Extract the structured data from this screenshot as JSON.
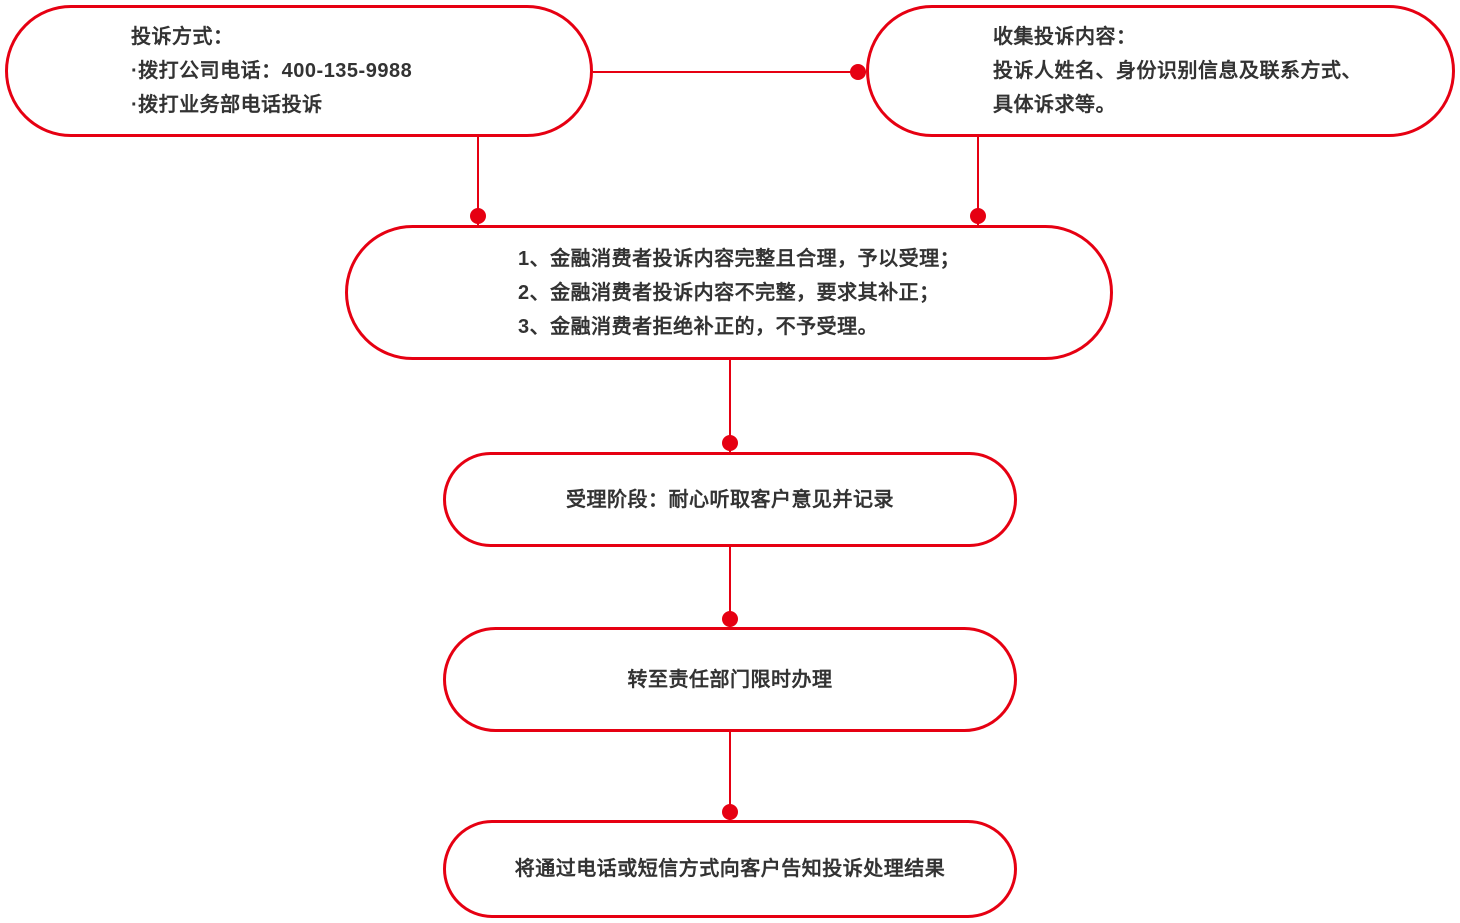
{
  "colors": {
    "accent_red": "#e60012",
    "text": "#333333",
    "background": "#ffffff"
  },
  "flowchart": {
    "nodes": [
      {
        "id": "complaint-methods",
        "lines": [
          "投诉方式：",
          "·拨打公司电话：400-135-9988",
          "·拨打业务部电话投诉"
        ]
      },
      {
        "id": "collect-complaint-content",
        "lines": [
          "收集投诉内容：",
          "投诉人姓名、身份识别信息及联系方式、",
          "具体诉求等。"
        ]
      },
      {
        "id": "acceptance-rules",
        "lines": [
          "1、金融消费者投诉内容完整且合理，予以受理；",
          "2、金融消费者投诉内容不完整，要求其补正；",
          "3、金融消费者拒绝补正的，不予受理。"
        ]
      },
      {
        "id": "acceptance-stage",
        "lines": [
          "受理阶段：耐心听取客户意见并记录"
        ]
      },
      {
        "id": "transfer-to-department",
        "lines": [
          "转至责任部门限时办理"
        ]
      },
      {
        "id": "notify-result",
        "lines": [
          "将通过电话或短信方式向客户告知投诉处理结果"
        ]
      }
    ],
    "edges": [
      {
        "from": "complaint-methods",
        "to": "collect-complaint-content"
      },
      {
        "from": "complaint-methods",
        "to": "acceptance-rules"
      },
      {
        "from": "collect-complaint-content",
        "to": "acceptance-rules"
      },
      {
        "from": "acceptance-rules",
        "to": "acceptance-stage"
      },
      {
        "from": "acceptance-stage",
        "to": "transfer-to-department"
      },
      {
        "from": "transfer-to-department",
        "to": "notify-result"
      }
    ]
  }
}
